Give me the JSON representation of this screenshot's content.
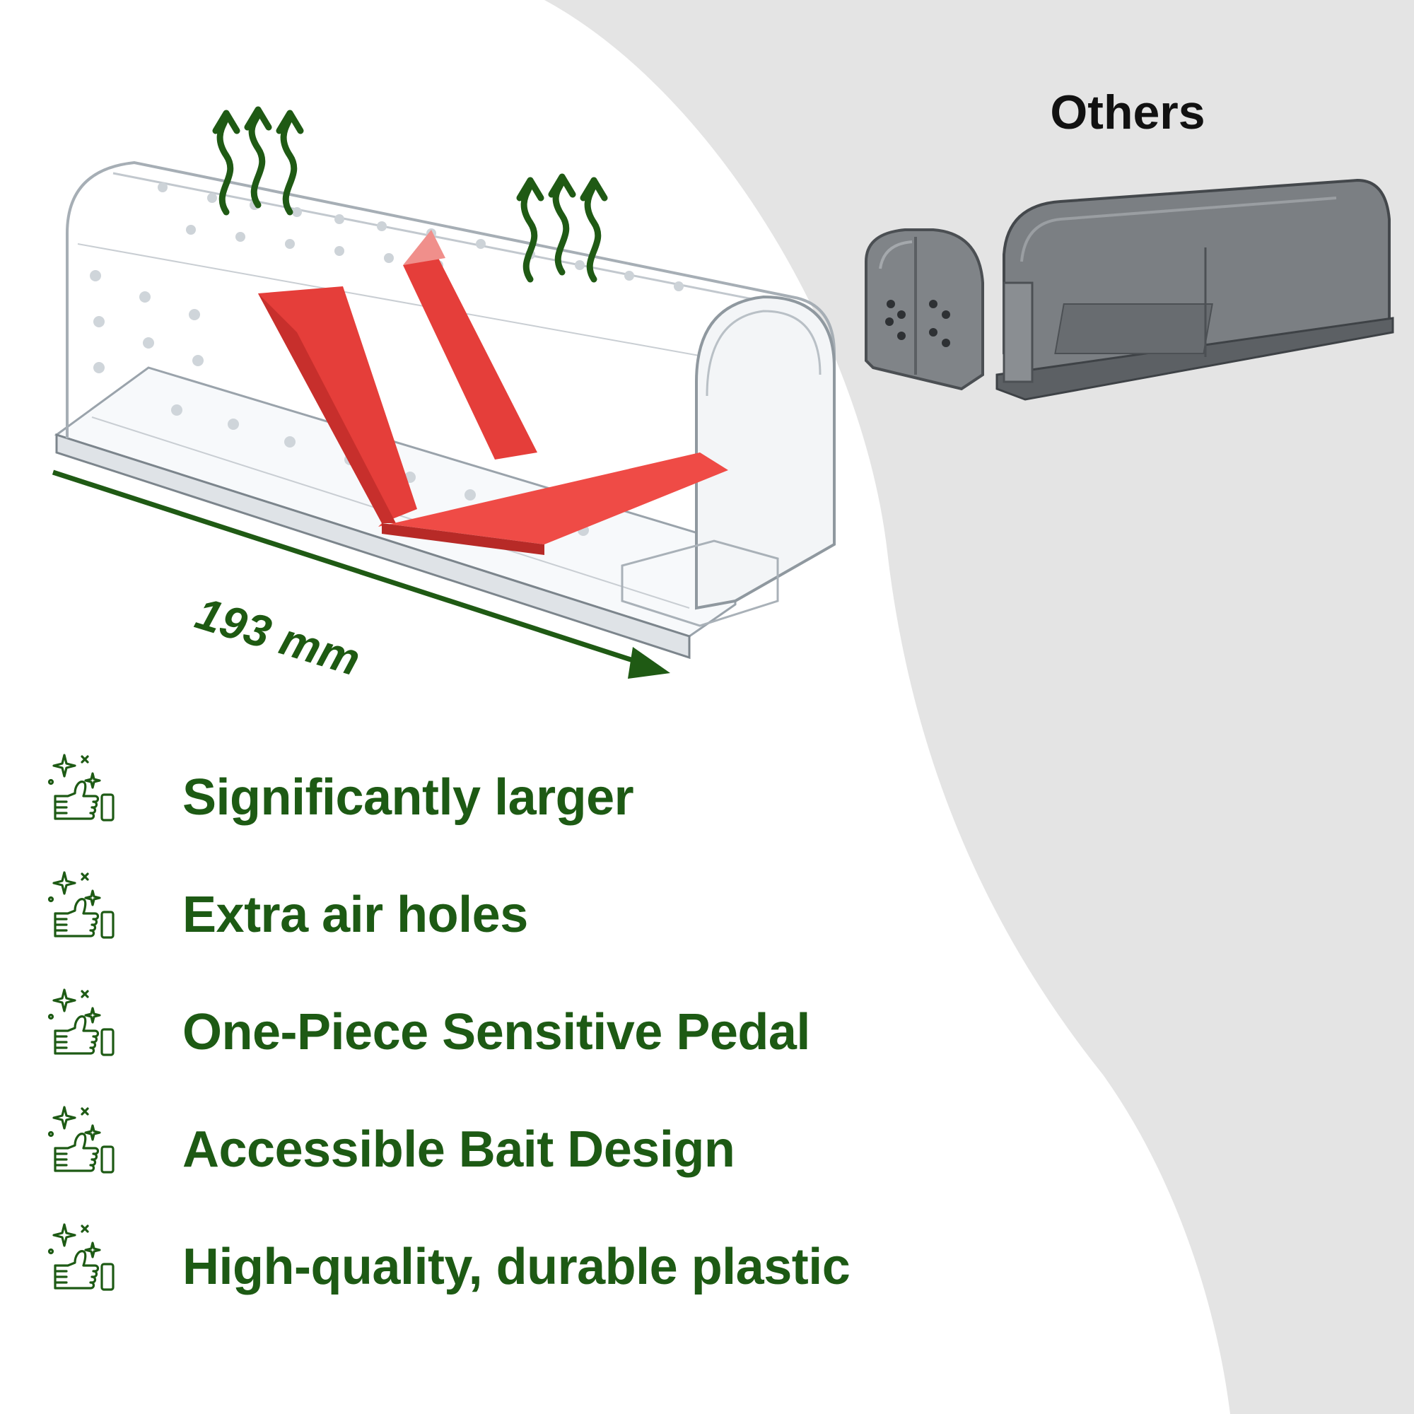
{
  "colors": {
    "brand_green": "#1d5a14",
    "background_gray": "#e4e4e4",
    "pedal_red": "#e53e3a",
    "others_trap_gray": "#6e7174"
  },
  "comparison": {
    "others_label": "Others"
  },
  "product": {
    "dimension_label": "193 mm"
  },
  "features": [
    {
      "icon": "thumbs-up-sparkle-icon",
      "text": "Significantly larger"
    },
    {
      "icon": "thumbs-up-sparkle-icon",
      "text": "Extra air holes"
    },
    {
      "icon": "thumbs-up-sparkle-icon",
      "text": "One-Piece Sensitive Pedal"
    },
    {
      "icon": "thumbs-up-sparkle-icon",
      "text": "Accessible Bait Design"
    },
    {
      "icon": "thumbs-up-sparkle-icon",
      "text": "High-quality, durable plastic"
    }
  ]
}
